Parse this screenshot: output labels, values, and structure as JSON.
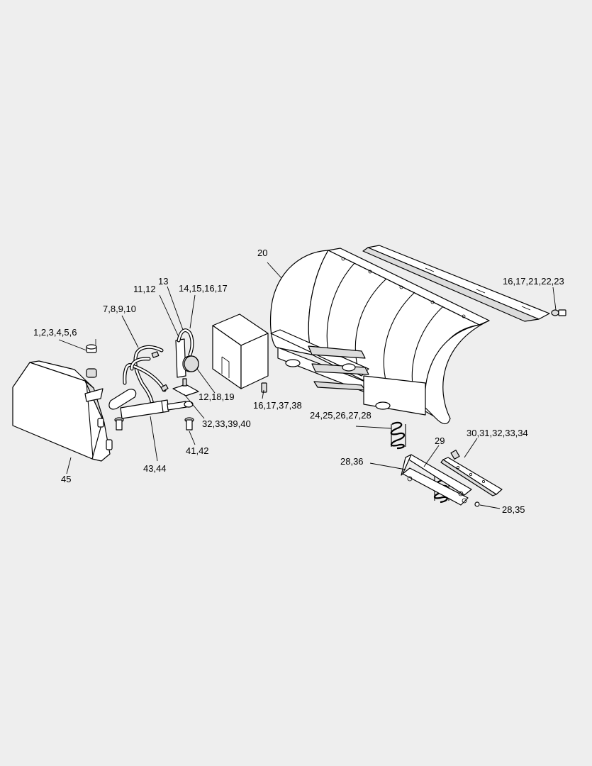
{
  "diagram": {
    "background": "#eeeeee",
    "line_color": "#000000",
    "callouts": [
      {
        "id": "c1",
        "text": "1,2,3,4,5,6"
      },
      {
        "id": "c2",
        "text": "7,8,9,10"
      },
      {
        "id": "c3",
        "text": "11,12"
      },
      {
        "id": "c4",
        "text": "13"
      },
      {
        "id": "c5",
        "text": "14,15,16,17"
      },
      {
        "id": "c6",
        "text": "12,18,19"
      },
      {
        "id": "c7",
        "text": "32,33,39,40"
      },
      {
        "id": "c8",
        "text": "16,17,37,38"
      },
      {
        "id": "c9",
        "text": "20"
      },
      {
        "id": "c10",
        "text": "16,17,21,22,23"
      },
      {
        "id": "c11",
        "text": "24,25,26,27,28"
      },
      {
        "id": "c12",
        "text": "29"
      },
      {
        "id": "c13",
        "text": "30,31,32,33,34"
      },
      {
        "id": "c14",
        "text": "28,36"
      },
      {
        "id": "c15",
        "text": "28,35"
      },
      {
        "id": "c16",
        "text": "41,42"
      },
      {
        "id": "c17",
        "text": "43,44"
      },
      {
        "id": "c18",
        "text": "45"
      }
    ]
  }
}
